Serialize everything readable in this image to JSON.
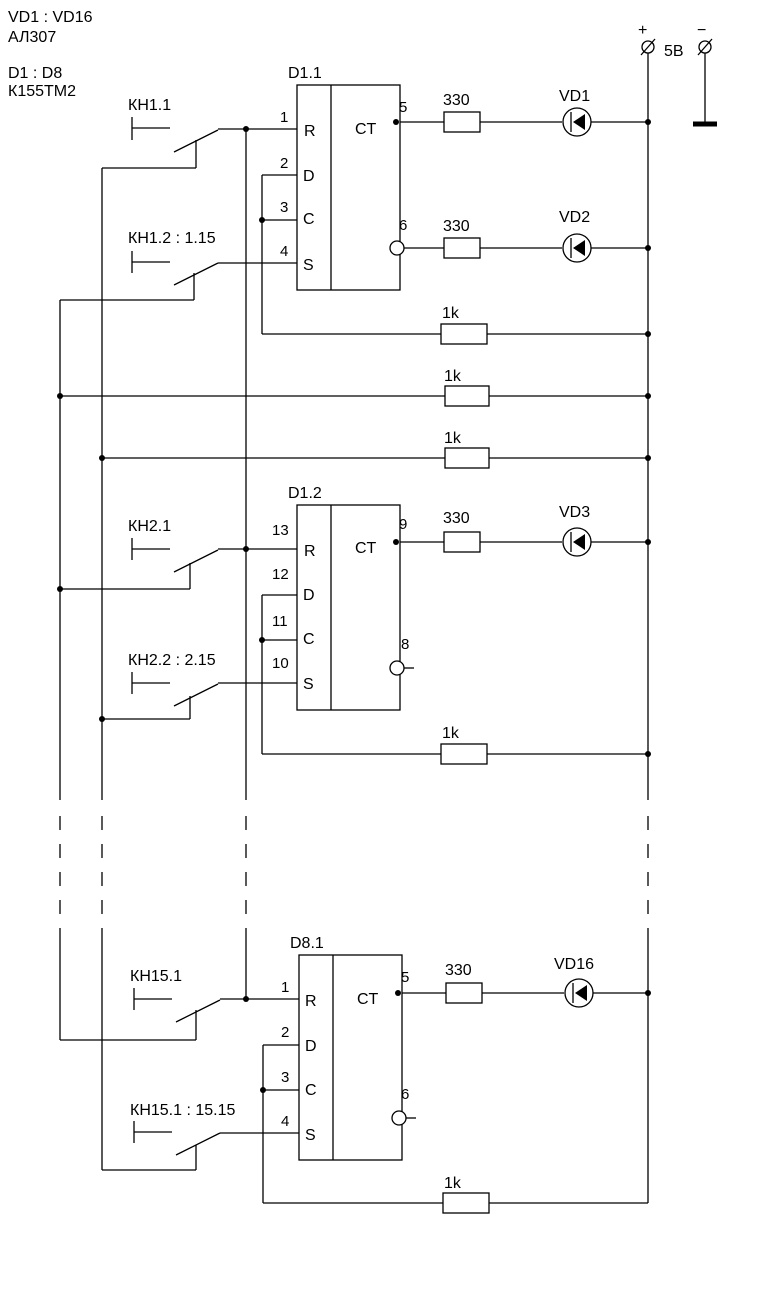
{
  "notes": {
    "led_range": "VD1 : VD16",
    "led_type": "АЛ307",
    "ic_range": "D1 : D8",
    "ic_type": "К155ТМ2"
  },
  "power": {
    "plus": "+",
    "minus": "−",
    "voltage": "5В"
  },
  "chips": [
    {
      "name": "D1.1",
      "type": "CT",
      "pins": {
        "R": "1",
        "D": "2",
        "C": "3",
        "S": "4",
        "Q": "5",
        "Qn": "6"
      },
      "pin_letters": [
        "R",
        "D",
        "C",
        "S"
      ],
      "switch_r": "КН1.1",
      "switch_s": "КН1.2 : 1.15",
      "res_q": "330",
      "led_q": "VD1",
      "res_qn": "330",
      "led_qn": "VD2",
      "res_d": "1k"
    },
    {
      "name": "D1.2",
      "type": "CT",
      "pins": {
        "R": "13",
        "D": "12",
        "C": "11",
        "S": "10",
        "Q": "9",
        "Qn": "8"
      },
      "pin_letters": [
        "R",
        "D",
        "C",
        "S"
      ],
      "switch_r": "КН2.1",
      "switch_s": "КН2.2 : 2.15",
      "res_q": "330",
      "led_q": "VD3",
      "res_d": "1k"
    },
    {
      "name": "D8.1",
      "type": "CT",
      "pins": {
        "R": "1",
        "D": "2",
        "C": "3",
        "S": "4",
        "Q": "5",
        "Qn": "6"
      },
      "pin_letters": [
        "R",
        "D",
        "C",
        "S"
      ],
      "switch_r": "КН15.1",
      "switch_s": "КН15.1 : 15.15",
      "res_q": "330",
      "led_q": "VD16",
      "res_d": "1k"
    }
  ],
  "bus_resistors": [
    "1k",
    "1k"
  ]
}
